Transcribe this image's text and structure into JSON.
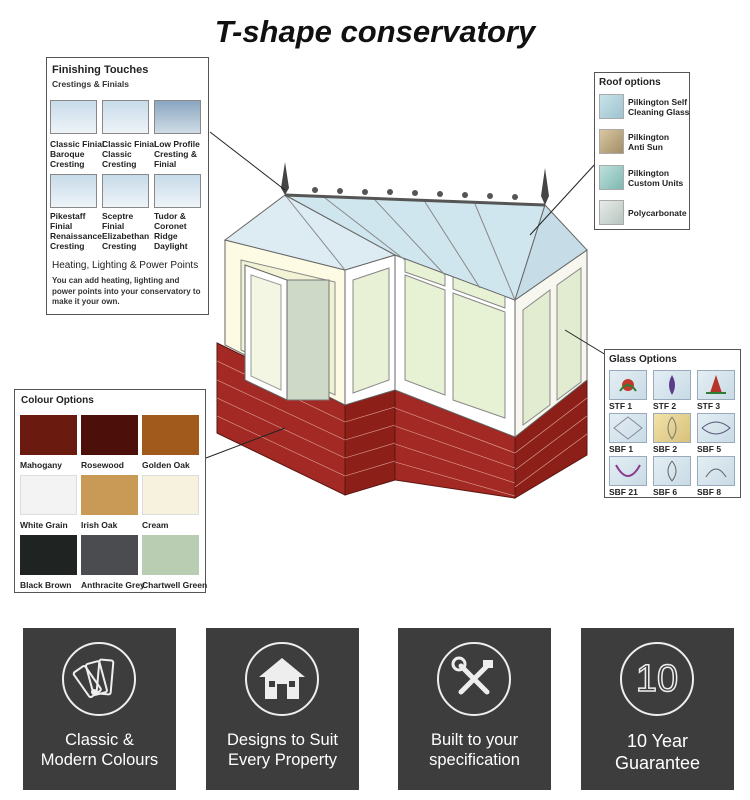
{
  "title": "T-shape conservatory",
  "finishing": {
    "heading": "Finishing Touches",
    "subheading": "Crestings & Finials",
    "items": [
      {
        "label": "Classic Finial\nBaroque\nCresting"
      },
      {
        "label": "Classic Finial\nClassic\nCresting"
      },
      {
        "label": "Low Profile\nCresting &\nFinial"
      },
      {
        "label": "Pikestaff\nFinial\nRenaissance\nCresting"
      },
      {
        "label": "Sceptre\nFinial\nElizabethan\nCresting"
      },
      {
        "label": "Tudor &\nCoronet\nRidge\nDaylight"
      }
    ],
    "heating_heading": "Heating, Lighting & Power Points",
    "heating_text": "You can add heating, lighting and power points into your conservatory to make it your own."
  },
  "roof": {
    "heading": "Roof options",
    "items": [
      {
        "label": "Pilkington Self\nCleaning Glass"
      },
      {
        "label": "Pilkington\nAnti Sun"
      },
      {
        "label": "Pilkington\nCustom Units"
      },
      {
        "label": "Polycarbonate"
      }
    ]
  },
  "glass": {
    "heading": "Glass Options",
    "items": [
      {
        "label": "STF 1"
      },
      {
        "label": "STF 2"
      },
      {
        "label": "STF 3"
      },
      {
        "label": "SBF 1"
      },
      {
        "label": "SBF 2"
      },
      {
        "label": "SBF 5"
      },
      {
        "label": "SBF 21"
      },
      {
        "label": "SBF 6"
      },
      {
        "label": "SBF 8"
      }
    ]
  },
  "colours": {
    "heading": "Colour Options",
    "items": [
      {
        "label": "Mahogany",
        "color": "#6b1a0f"
      },
      {
        "label": "Rosewood",
        "color": "#4d0f0a"
      },
      {
        "label": "Golden Oak",
        "color": "#a2591c"
      },
      {
        "label": "White Grain",
        "color": "#f3f3f3"
      },
      {
        "label": "Irish Oak",
        "color": "#c99a55"
      },
      {
        "label": "Cream",
        "color": "#f7f2de"
      },
      {
        "label": "Black Brown",
        "color": "#1f2321"
      },
      {
        "label": "Anthracite Grey",
        "color": "#4a4c50"
      },
      {
        "label": "Chartwell Green",
        "color": "#b9cdb3"
      }
    ]
  },
  "features": [
    {
      "line1": "Classic &",
      "line2": "Modern Colours",
      "icon": "colour-swatch-icon"
    },
    {
      "line1": "Designs to Suit",
      "line2": "Every Property",
      "icon": "house-icon"
    },
    {
      "line1": "Built to your",
      "line2": "specification",
      "icon": "tools-icon"
    },
    {
      "line1": "10 Year",
      "line2": "Guarantee",
      "number": "10",
      "icon": "ten-icon"
    }
  ],
  "colors": {
    "card_bg": "#3d3d3d",
    "brick": "#a32a24",
    "frame": "#ffffff",
    "glass_tint": "#cfe6ee"
  }
}
